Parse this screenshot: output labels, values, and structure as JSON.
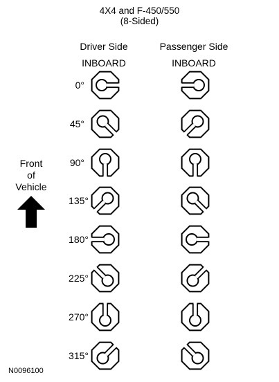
{
  "diagram": {
    "title_line1": "4X4 and F-450/550",
    "title_line2": "(8-Sided)",
    "driver_side": "Driver Side",
    "driver_inboard": "INBOARD",
    "passenger_side": "Passenger Side",
    "passenger_inboard": "INBOARD",
    "front_line1": "Front",
    "front_line2": "of",
    "front_line3": "Vehicle",
    "figure_code": "N0096100",
    "rows": [
      {
        "angle_label": "0°",
        "angle": 0
      },
      {
        "angle_label": "45°",
        "angle": 45
      },
      {
        "angle_label": "90°",
        "angle": 90
      },
      {
        "angle_label": "135°",
        "angle": 135
      },
      {
        "angle_label": "180°",
        "angle": 180
      },
      {
        "angle_label": "225°",
        "angle": 225
      },
      {
        "angle_label": "270°",
        "angle": 270
      },
      {
        "angle_label": "315°",
        "angle": 315
      }
    ]
  }
}
